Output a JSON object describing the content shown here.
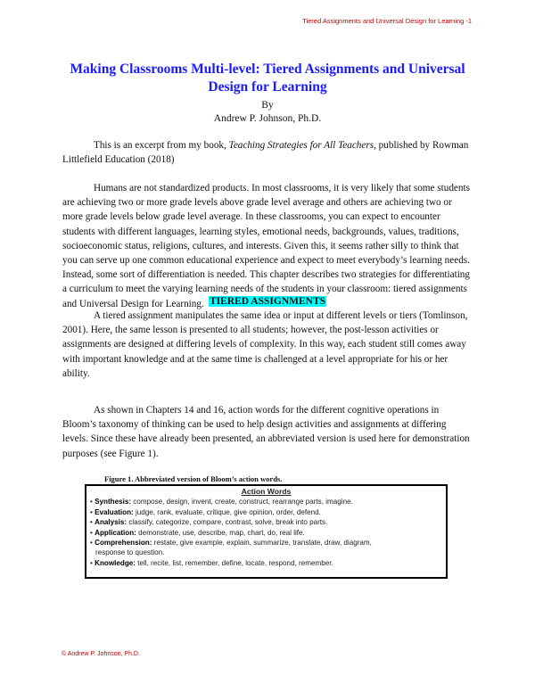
{
  "running_header": "Tiered Assignments and Universal Design for Learning -1",
  "title": "Making Classrooms Multi-level: Tiered Assignments and Universal Design for Learning",
  "byline": {
    "by": "By",
    "author": "Andrew P. Johnson, Ph.D."
  },
  "intro": {
    "before": "This is an excerpt from my book, ",
    "book_title": "Teaching Strategies for All Teachers",
    "after": ", published by Rowman Littlefield Education (2018)"
  },
  "paragraphs": {
    "humans": "Humans are not standardized products.  In most classrooms, it is very likely that some students are achieving two or more grade levels above grade level average and others are achieving two or more grade levels below grade level average.  In these classrooms, you can expect to encounter students with different languages, learning styles, emotional needs, backgrounds, values, traditions, socioeconomic status, religions, cultures, and interests.  Given this, it seems rather silly to think that you can serve up one common educational experience and expect to meet everybody’s learning needs.  Instead, some sort of differentiation is needed.  This chapter describes two strategies for differentiating a curriculum to meet the varying learning needs of the students in your classroom: tiered assignments and Universal Design for Learning.",
    "tiered": "A tiered assignment manipulates the same idea or input at different levels or tiers (Tomlinson, 2001).  Here, the same lesson is presented to all students; however, the post-lesson activities or assignments are designed at differing levels of complexity.  In this way, each student still comes away with important knowledge and at the same time is challenged at a level appropriate for his or her ability.",
    "shown": "As shown in Chapters 14 and 16, action words for the different cognitive operations in Bloom’s taxonomy of thinking can be used to help design activities and assignments at differing levels.  Since these have already been presented, an abbreviated version is used here for demonstration purposes (see Figure 1)."
  },
  "section_heading": "TIERED ASSIGNMENTS",
  "figure": {
    "caption": "Figure 1. Abbreviated version of Bloom’s action words.",
    "heading": "Action Words",
    "rows": [
      {
        "bullet": "•",
        "label": "Synthesis:",
        "text": " compose, design, invent, create, construct, rearrange parts, imagine."
      },
      {
        "bullet": "•",
        "label": "Evaluation:",
        "text": " judge, rank, evaluate, critique, give opinion, order, defend."
      },
      {
        "bullet": "•",
        "label": "Analysis:",
        "text": " classify, categorize, compare, contrast, solve, break into parts."
      },
      {
        "bullet": "•",
        "label": "Application:",
        "text": " demonstrate, use, describe, map, chart, do, real life."
      },
      {
        "bullet": "•",
        "label": "Comprehension:",
        "text": " restate, give example, explain, summarize, translate, draw, diagram,",
        "continuation": "response to question."
      },
      {
        "bullet": "•",
        "label": "Knowledge:",
        "text": " tell, recite, list, remember, define, locate, respond, remember."
      }
    ]
  },
  "footer": "© Andrew P. Johnson, Ph.D."
}
